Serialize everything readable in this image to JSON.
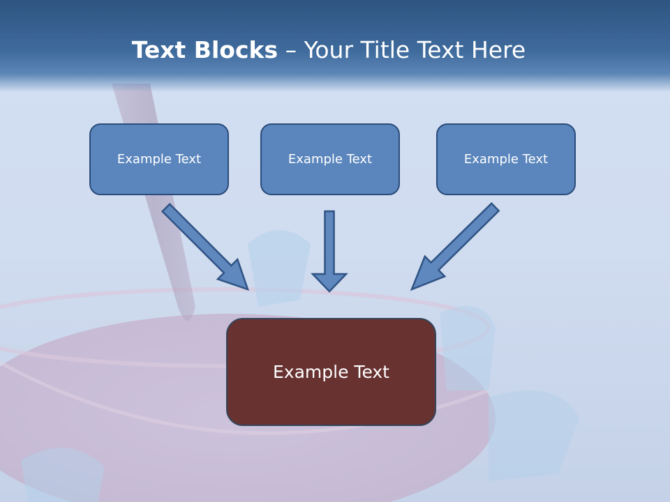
{
  "title": {
    "bold": "Text Blocks",
    "separator": " – ",
    "rest": "Your Title Text Here"
  },
  "top_blocks": [
    {
      "label": "Example Text"
    },
    {
      "label": "Example Text"
    },
    {
      "label": "Example Text"
    }
  ],
  "bottom_block": {
    "label": "Example Text"
  },
  "colors": {
    "header": "#3e6a9c",
    "top_block_fill": "#5b86bd",
    "top_block_border": "#2a4c7a",
    "bottom_block_fill": "#673230",
    "arrow_fill": "#5f88bf",
    "arrow_stroke": "#2f5383"
  },
  "connections": [
    {
      "from": "top_blocks.0",
      "to": "bottom_block"
    },
    {
      "from": "top_blocks.1",
      "to": "bottom_block"
    },
    {
      "from": "top_blocks.2",
      "to": "bottom_block"
    }
  ]
}
